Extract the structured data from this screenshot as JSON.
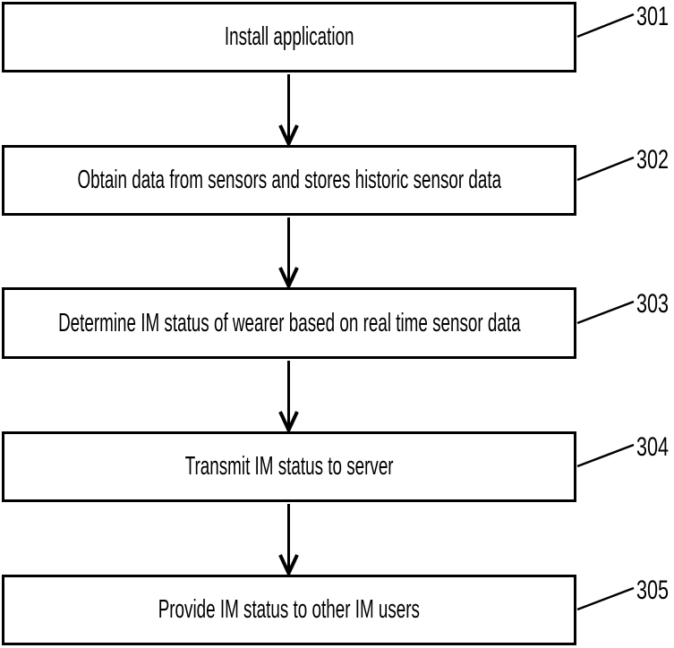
{
  "diagram": {
    "type": "flowchart",
    "background_color": "#ffffff",
    "line_color": "#000000",
    "steps": [
      {
        "ref": "301",
        "label": "Install application"
      },
      {
        "ref": "302",
        "label": "Obtain data from sensors and stores historic sensor data"
      },
      {
        "ref": "303",
        "label": "Determine IM status of wearer based on real time sensor data"
      },
      {
        "ref": "304",
        "label": "Transmit IM status to server"
      },
      {
        "ref": "305",
        "label": "Provide IM status to other IM users"
      }
    ],
    "connections": [
      {
        "from": "301",
        "to": "302"
      },
      {
        "from": "302",
        "to": "303"
      },
      {
        "from": "303",
        "to": "304"
      },
      {
        "from": "304",
        "to": "305"
      }
    ]
  }
}
